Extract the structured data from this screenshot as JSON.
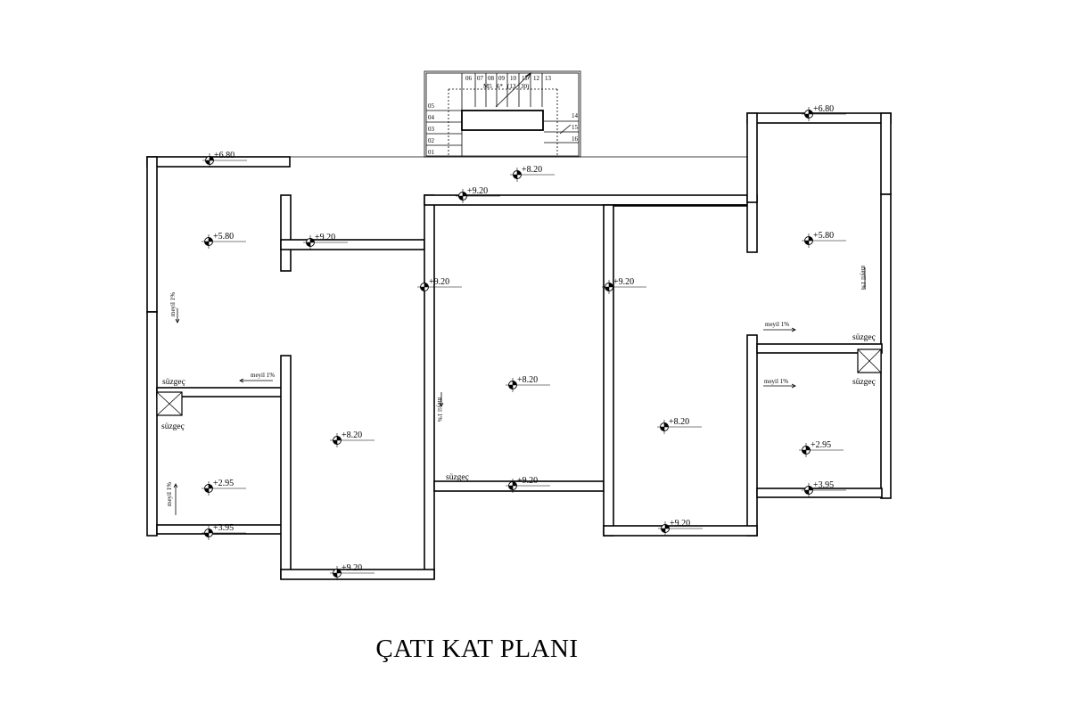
{
  "title": "ÇATI KAT PLANI",
  "colors": {
    "line": "#000000",
    "background": "#ffffff"
  },
  "stair": {
    "top_steps": [
      "06",
      "07",
      "08",
      "09",
      "10",
      "11",
      "12",
      "13"
    ],
    "left_steps": [
      "05",
      "04",
      "03",
      "02",
      "01"
    ],
    "right_steps": [
      "14",
      "15",
      "16"
    ],
    "sub_labels": [
      "M5",
      "6*",
      "(13",
      "30)"
    ]
  },
  "levels": [
    {
      "id": "lvl-1",
      "text": "+6.80"
    },
    {
      "id": "lvl-2",
      "text": "+6.80"
    },
    {
      "id": "lvl-3",
      "text": "+8.20"
    },
    {
      "id": "lvl-4",
      "text": "+9.20"
    },
    {
      "id": "lvl-5",
      "text": "+5.80"
    },
    {
      "id": "lvl-6",
      "text": "+9.20"
    },
    {
      "id": "lvl-7",
      "text": "+5.80"
    },
    {
      "id": "lvl-8",
      "text": "+9.20"
    },
    {
      "id": "lvl-9",
      "text": "+9.20"
    },
    {
      "id": "lvl-10",
      "text": "+8.20"
    },
    {
      "id": "lvl-11",
      "text": "+8.20"
    },
    {
      "id": "lvl-12",
      "text": "+8.20"
    },
    {
      "id": "lvl-13",
      "text": "+2.95"
    },
    {
      "id": "lvl-14",
      "text": "+2.95"
    },
    {
      "id": "lvl-15",
      "text": "+3.95"
    },
    {
      "id": "lvl-16",
      "text": "+3.95"
    },
    {
      "id": "lvl-17",
      "text": "+9.20"
    },
    {
      "id": "lvl-18",
      "text": "+9.20"
    },
    {
      "id": "lvl-19",
      "text": "+9.20"
    }
  ],
  "drains": [
    {
      "id": "drain-1",
      "text": "süzgeç"
    },
    {
      "id": "drain-2",
      "text": "süzgeç"
    },
    {
      "id": "drain-3",
      "text": "süzgeç"
    },
    {
      "id": "drain-4",
      "text": "süzgeç"
    },
    {
      "id": "drain-5",
      "text": "süzgeç"
    }
  ],
  "slopes": [
    {
      "id": "slope-1",
      "text": "meyil 1%"
    },
    {
      "id": "slope-2",
      "text": "meyil 1%"
    },
    {
      "id": "slope-3",
      "text": "meyil 1%"
    },
    {
      "id": "slope-4",
      "text": "meyil 1%"
    },
    {
      "id": "slope-5",
      "text": "meyil 1%"
    },
    {
      "id": "slope-6",
      "text": "meyil 1%"
    },
    {
      "id": "slope-7",
      "text": "meyil 1%"
    }
  ]
}
